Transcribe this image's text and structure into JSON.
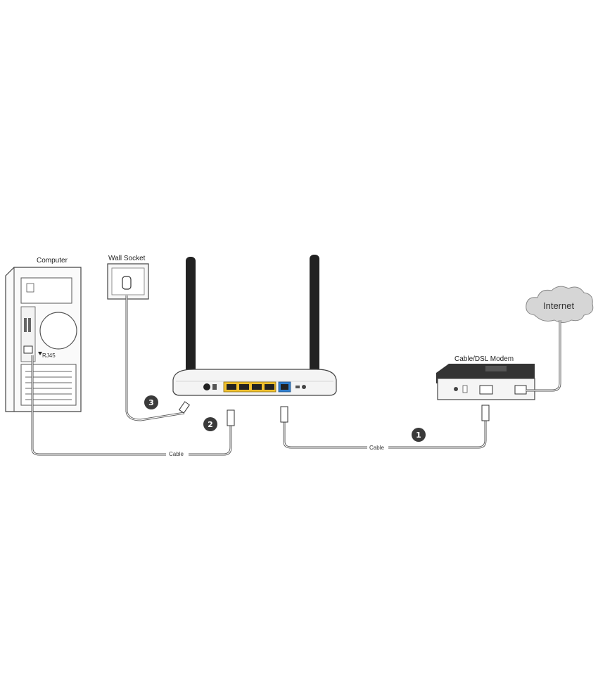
{
  "labels": {
    "computer": "Computer",
    "wall_socket": "Wall Socket",
    "modem": "Cable/DSL Modem",
    "internet": "Internet",
    "rj45": "RJ45",
    "cable_left": "Cable",
    "cable_right": "Cable"
  },
  "steps": [
    "1",
    "2",
    "3"
  ],
  "colors": {
    "lan_ports": "#f2c12e",
    "wan_port": "#2f7fd0",
    "step_badge": "#3a3a3a",
    "cloud": "#d6d6d6"
  }
}
